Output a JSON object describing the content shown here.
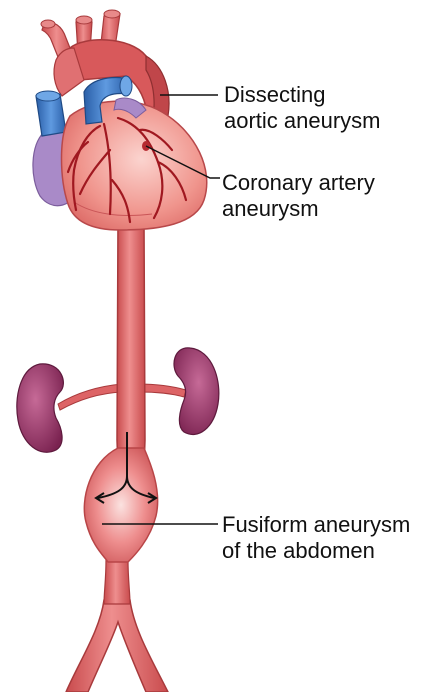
{
  "labels": {
    "dissecting": {
      "line1": "Dissecting",
      "line2": "aortic aneurysm"
    },
    "coronary": {
      "line1": "Coronary artery",
      "line2": "aneurysm"
    },
    "fusiform": {
      "line1": "Fusiform aneurysm",
      "line2": "of the abdomen"
    }
  },
  "colors": {
    "aorta": "#e06a6c",
    "aorta_dark": "#b8403f",
    "vena_blue": "#3a78c4",
    "atrium_purple": "#a989c8",
    "kidney": "#8a2d5a",
    "coronary_vessel": "#a01820",
    "leader_line": "#111111"
  }
}
